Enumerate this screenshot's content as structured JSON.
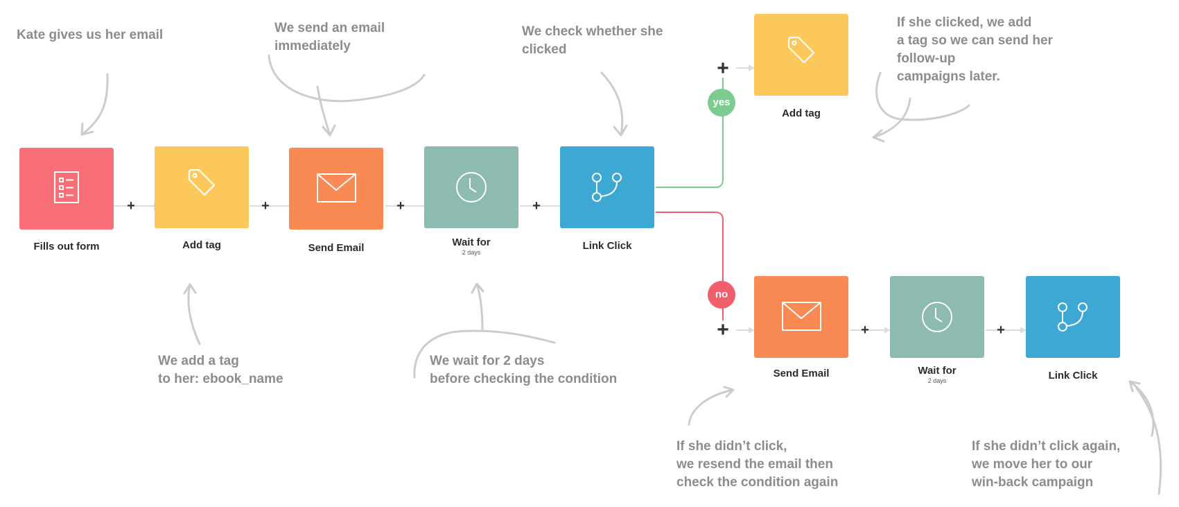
{
  "colors": {
    "pink": "#f96f77",
    "yellow": "#fcc85b",
    "orange": "#fa8a54",
    "sage": "#8dbbb1",
    "blue": "#3ea8d4",
    "yes_green": "#7ccc90",
    "no_red": "#ef5f6c",
    "annotation_gray": "#8c8c8c"
  },
  "nodes": {
    "fills_out_form": {
      "label": "Fills out form",
      "icon": "form-list-icon"
    },
    "add_tag": {
      "label": "Add tag",
      "icon": "tag-icon"
    },
    "send_email": {
      "label": "Send Email",
      "icon": "envelope-icon"
    },
    "wait_for": {
      "label": "Wait for",
      "sublabel": "2 days",
      "icon": "clock-icon"
    },
    "link_click": {
      "label": "Link Click",
      "icon": "branch-icon"
    },
    "yes_add_tag": {
      "label": "Add tag",
      "icon": "tag-icon"
    },
    "no_send_email": {
      "label": "Send Email",
      "icon": "envelope-icon"
    },
    "no_wait_for": {
      "label": "Wait for",
      "sublabel": "2 days",
      "icon": "clock-icon"
    },
    "no_link_click": {
      "label": "Link Click",
      "icon": "branch-icon"
    }
  },
  "branches": {
    "yes": "yes",
    "no": "no"
  },
  "plus_symbol": "+",
  "annotations": {
    "kate": [
      "Kate gives us her email"
    ],
    "send_email": [
      "We send an email",
      "immediately"
    ],
    "check": [
      "We check whether she",
      "clicked"
    ],
    "yes_branch": [
      "If she clicked, we add",
      "a tag so we can send her",
      "follow-up",
      "campaigns later."
    ],
    "tag": [
      "We add a tag",
      "to her: ebook_name"
    ],
    "wait": [
      "We wait for 2 days",
      "before checking the condition"
    ],
    "resend": [
      "If she didn’t click,",
      "we resend the email then",
      "check the condition again"
    ],
    "winback": [
      "If she didn’t click again,",
      "we move her to our",
      "win-back campaign"
    ]
  }
}
